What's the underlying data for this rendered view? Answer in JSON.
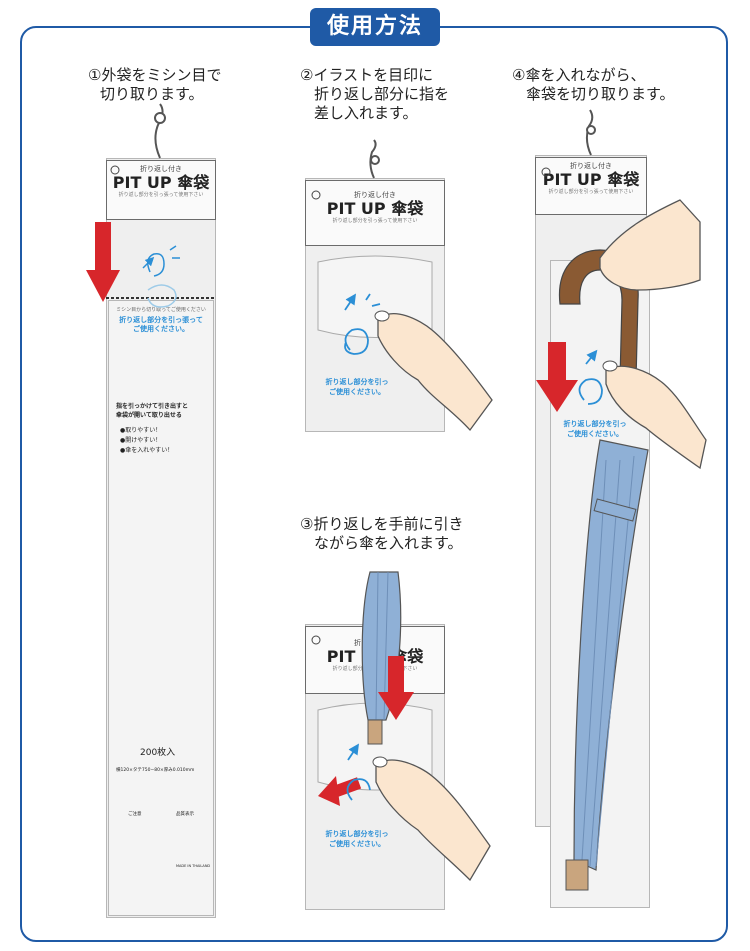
{
  "title": "使用方法",
  "steps": [
    {
      "line1": "①外袋をミシン目で",
      "line2": "切り取ります。"
    },
    {
      "line1": "②イラストを目印に",
      "line2": "折り返し部分に指を",
      "line3": "差し入れます。"
    },
    {
      "line1": "③折り返しを手前に引き",
      "line2": "ながら傘を入れます。"
    },
    {
      "line1": "④傘を入れながら、",
      "line2": "傘袋を切り取ります。"
    }
  ],
  "product": {
    "subtitle": "折り返し付き",
    "name": "PIT UP 傘袋",
    "fine_print": "折り返し部分を引っ張って使用下さい",
    "perforation_note": "ミシン目から切り取ってご使用ください",
    "fold_instruction_1": "折り返し部分を引っ張って",
    "fold_instruction_2": "ご使用ください。",
    "cut_instruction_1": "折り返し部分を引っ",
    "cut_instruction_2": "ご使用ください。",
    "feature_heading_1": "指を引っかけて引き出すと",
    "feature_heading_2": "傘袋が開いて取り出せる",
    "feature_1": "●取りやすい！",
    "feature_2": "●開けやすい！",
    "feature_3": "●傘を入れやすい！",
    "count": "200枚入",
    "spec": "横120×タテ750−80×厚み0.010mm",
    "caution_heading": "ご注意",
    "manufacturer_heading": "品質表示",
    "origin": "MADE IN THAILAND"
  },
  "colors": {
    "frame": "#1f5aa6",
    "arrow": "#d7262b",
    "accent": "#2b8fd6",
    "umbrella": "#8fb0d6",
    "handle": "#8a5a33",
    "skin": "#fbe6cf"
  }
}
